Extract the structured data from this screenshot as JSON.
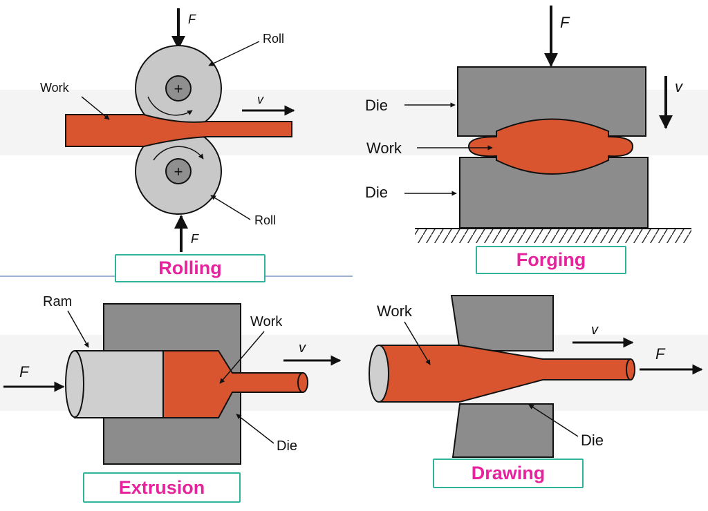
{
  "captions": {
    "rolling": "Rolling",
    "forging": "Forging",
    "extrusion": "Extrusion",
    "drawing": "Drawing"
  },
  "labels": {
    "rolling": {
      "force_top": "F",
      "force_bottom": "F",
      "roll_top": "Roll",
      "roll_bottom": "Roll",
      "work": "Work",
      "velocity": "v"
    },
    "forging": {
      "force": "F",
      "velocity": "v",
      "die_top": "Die",
      "work": "Work",
      "die_bottom": "Die"
    },
    "extrusion": {
      "ram": "Ram",
      "work": "Work",
      "velocity": "v",
      "force": "F",
      "die": "Die"
    },
    "drawing": {
      "work": "Work",
      "velocity": "v",
      "force": "F",
      "die": "Die"
    }
  },
  "colors": {
    "work": "#d9552f",
    "die": "#8c8c8c",
    "roll": "#c8c8c8",
    "ram": "#cfcfcf",
    "caption_border": "#2fb39a",
    "caption_text": "#e6239c"
  }
}
